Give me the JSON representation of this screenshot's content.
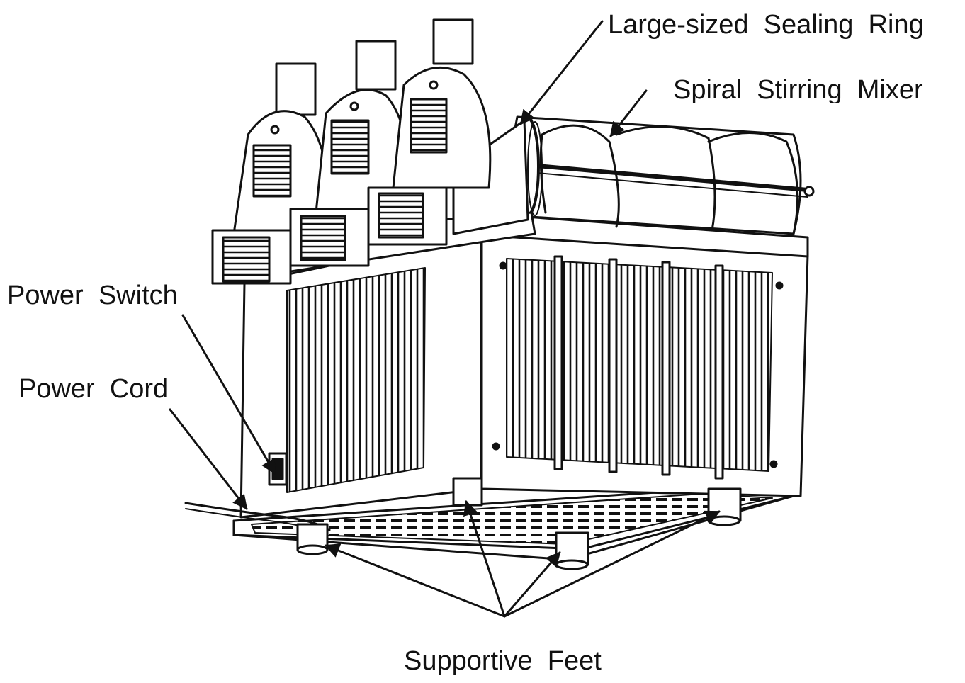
{
  "diagram": {
    "labels": {
      "sealing_ring": "Large-sized  Sealing  Ring",
      "spiral_mixer": "Spiral  Stirring  Mixer",
      "power_switch": "Power  Switch",
      "power_cord": "Power  Cord",
      "supportive_feet": "Supportive  Feet"
    }
  },
  "colors": {
    "line": "#111111",
    "background": "#ffffff"
  }
}
